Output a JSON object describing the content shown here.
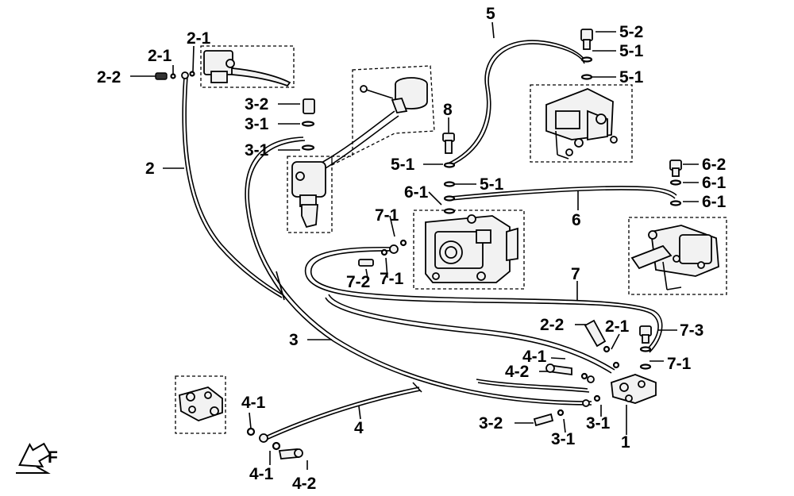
{
  "labels": {
    "l_2_2_top": "2-2",
    "l_2_1_a": "2-1",
    "l_2_1_b": "2-1",
    "l_2": "2",
    "l_3_2_top": "3-2",
    "l_3_1_a": "3-1",
    "l_3_1_b": "3-1",
    "l_3": "3",
    "l_5": "5",
    "l_5_2": "5-2",
    "l_5_1_a": "5-1",
    "l_5_1_b": "5-1",
    "l_5_1_c": "5-1",
    "l_5_1_d": "5-1",
    "l_8": "8",
    "l_6_1_a": "6-1",
    "l_6_2": "6-2",
    "l_6_1_b": "6-1",
    "l_6_1_c": "6-1",
    "l_6": "6",
    "l_7_1_a": "7-1",
    "l_7_2": "7-2",
    "l_7_1_b": "7-1",
    "l_7": "7",
    "l_2_2_bot": "2-2",
    "l_2_1_c": "2-1",
    "l_7_3": "7-3",
    "l_7_1_c": "7-1",
    "l_4_1_a": "4-1",
    "l_4_2_a": "4-2",
    "l_4_1_b": "4-1",
    "l_4": "4",
    "l_3_2_bot": "3-2",
    "l_3_1_c": "3-1",
    "l_3_1_d": "3-1",
    "l_1": "1",
    "l_4_1_c": "4-1",
    "l_4_2_b": "4-2"
  },
  "front_arrow": "F"
}
